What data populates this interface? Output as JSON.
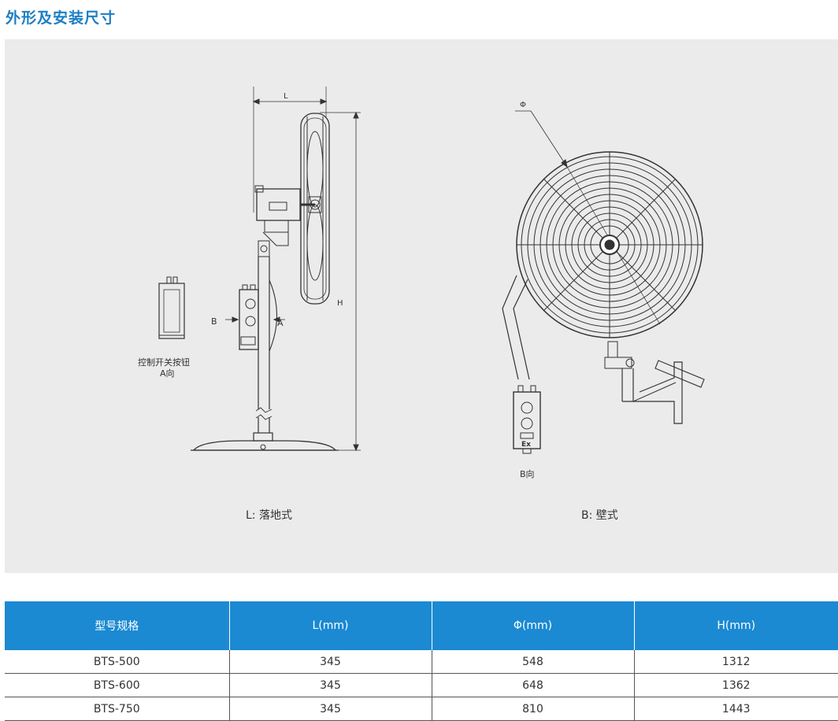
{
  "page_title": "外形及安装尺寸",
  "figure": {
    "floor_stand": {
      "dimension_L": "L",
      "dimension_H": "H",
      "view_marker_B": "B",
      "view_marker_A": "A",
      "switch_caption_line1": "控制开关按钮",
      "switch_caption_line2": "A向",
      "caption": "L: 落地式"
    },
    "wall_mount": {
      "dimension_phi": "Φ",
      "ex_mark": "Ex",
      "view_caption": "B向",
      "caption": "B: 壁式"
    }
  },
  "table": {
    "headers": [
      "型号规格",
      "L(mm)",
      "Φ(mm)",
      "H(mm)"
    ],
    "rows": [
      [
        "BTS-500",
        "345",
        "548",
        "1312"
      ],
      [
        "BTS-600",
        "345",
        "648",
        "1362"
      ],
      [
        "BTS-750",
        "345",
        "810",
        "1443"
      ]
    ]
  },
  "colors": {
    "title": "#1b7fc4",
    "panel_background": "#ebebeb",
    "table_header": "#1b8ad2"
  }
}
